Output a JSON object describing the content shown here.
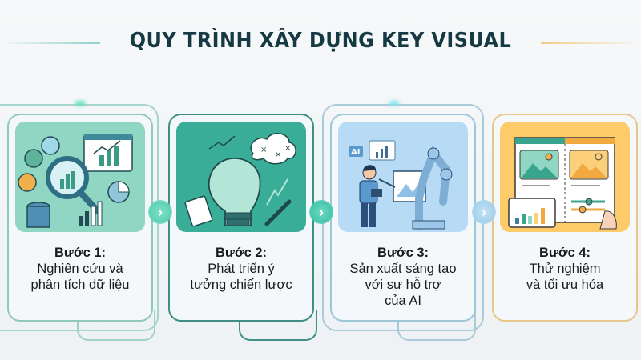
{
  "header": {
    "title": "QUY TRÌNH XÂY DỰNG KEY VISUAL"
  },
  "colors": {
    "title": "#163a44",
    "step1": "#8fd6c3",
    "step2": "#3aad98",
    "step3": "#b7dbf5",
    "step4": "#fdcb6a",
    "step1_border": "#7fbfb4",
    "step2_border": "#3f8f85",
    "step3_border": "#9ec6d9",
    "step4_border": "#e8c58b"
  },
  "steps": [
    {
      "label": "Bước 1:",
      "description": "Nghiên cứu và phân tích dữ liệu",
      "lines": [
        "Nghiên cứu và",
        "phân tích dữ liệu"
      ],
      "icon": "data-analysis-magnifier-icon"
    },
    {
      "label": "Bước 2:",
      "description": "Phát triển ý tưởng chiến lược",
      "lines": [
        "Phát triển ý",
        "tưởng chiến lược"
      ],
      "icon": "lightbulb-strategy-icon"
    },
    {
      "label": "Bước 3:",
      "description": "Sản xuất sáng tạo với sự hỗ trợ của AI",
      "lines": [
        "Sản xuất sáng tạo",
        "với sự hỗ trợ",
        "của AI"
      ],
      "icon": "designer-robot-arm-icon",
      "badge": "AI"
    },
    {
      "label": "Bước 4:",
      "description": "Thử nghiệm và tối ưu hóa",
      "lines": [
        "Thử nghiệm",
        "và tối ưu hóa"
      ],
      "icon": "ab-test-optimization-icon"
    }
  ],
  "connectors": [
    {
      "glyph": "›",
      "color": "#5fd3b6"
    },
    {
      "glyph": "›",
      "color": "#46c7ad"
    },
    {
      "glyph": "›",
      "color": "#a7d2ec"
    }
  ]
}
